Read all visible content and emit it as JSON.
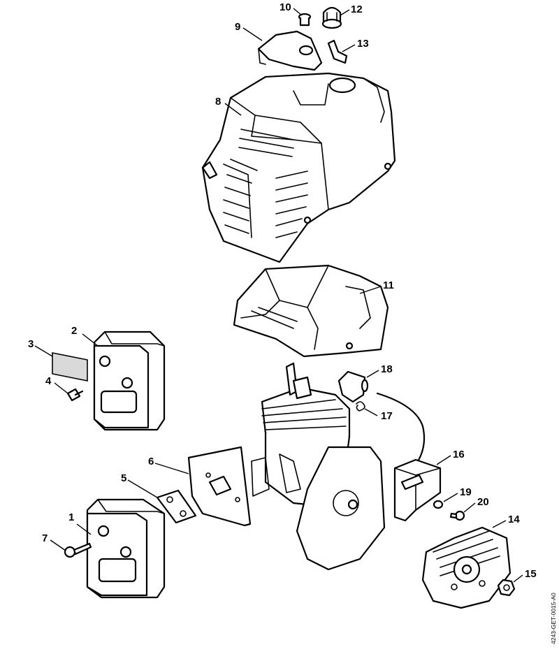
{
  "colors": {
    "line": "#000000",
    "fill": "#ffffff",
    "shade": "#d9d9d9"
  },
  "callouts": [
    "1",
    "2",
    "3",
    "4",
    "5",
    "6",
    "7",
    "8",
    "9",
    "10",
    "11",
    "12",
    "13",
    "14",
    "15",
    "16",
    "17",
    "18",
    "19",
    "20"
  ],
  "document_ref": "4243-GET-0015-A0"
}
